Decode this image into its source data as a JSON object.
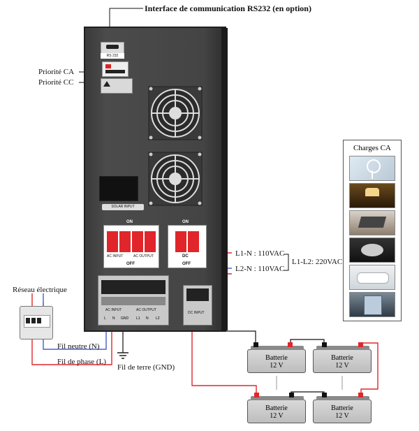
{
  "labels": {
    "rs232": "Interface de communication RS232 (en option)",
    "prio_ca": "Priorité CA",
    "prio_cc": "Priorité CC",
    "l1n": "L1-N : 110VAC",
    "l2n": "L2-N : 110VAC",
    "l1l2": "L1-L2: 220VAC",
    "reseau": "Réseau électrique",
    "neutre": "Fil neutre (N)",
    "phase": "Fil de phase (L)",
    "terre": "Fil de terre (GND)"
  },
  "unit_text": {
    "rs232_tag": "RS 232",
    "solar_input": "SOLAR INPUT",
    "on1": "ON",
    "off1": "OFF",
    "on2": "ON",
    "off2": "OFF",
    "ac_input_tag": "AC INPUT",
    "ac_output_tag": "AC OUTPUT",
    "dc_tag": "DC",
    "ac_input_term": "AC INPUT",
    "ac_output_term": "AC OUTPUT",
    "dc_input_term": "DC INPUT",
    "term_l": "L",
    "term_n": "N",
    "term_gnd": "GND",
    "term_l1": "L1",
    "term_n2": "N",
    "term_l2": "L2"
  },
  "charges": {
    "title": "Charges CA",
    "items": [
      "fan-image",
      "lamp-image",
      "laptop-image",
      "cooker-image",
      "air-conditioner-image",
      "refrigerator-image"
    ]
  },
  "batteries": [
    {
      "label": "Batterie",
      "voltage": "12 V"
    },
    {
      "label": "Batterie",
      "voltage": "12 V"
    },
    {
      "label": "Batterie",
      "voltage": "12 V"
    },
    {
      "label": "Batterie",
      "voltage": "12 V"
    }
  ],
  "colors": {
    "wire_red": "#e0262b",
    "wire_blue": "#2643c9",
    "wire_black": "#111111",
    "unit": "#444444"
  }
}
